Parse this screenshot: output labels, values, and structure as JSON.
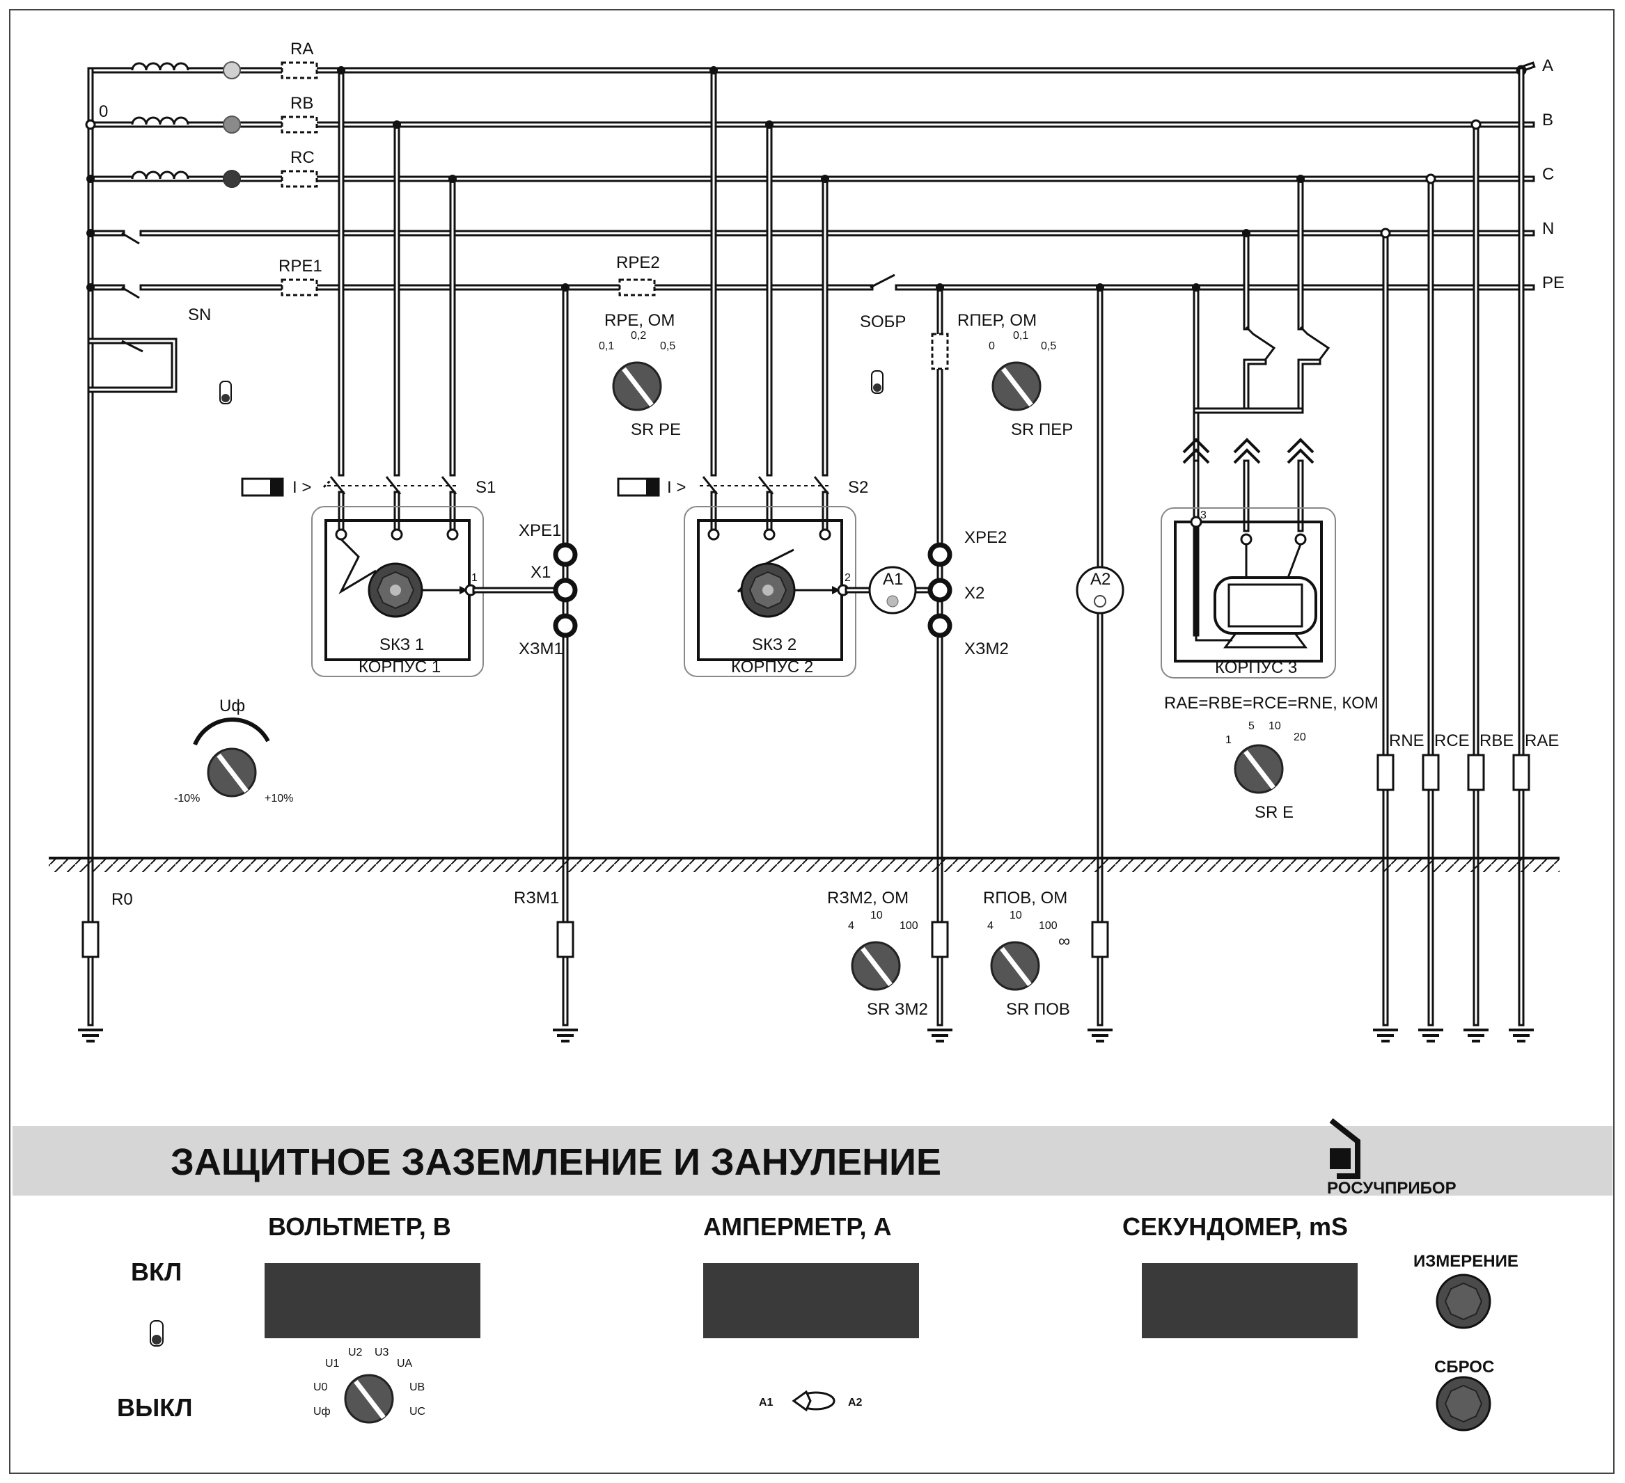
{
  "title": "ЗАЩИТНОЕ ЗАЗЕМЛЕНИЕ И ЗАНУЛЕНИЕ",
  "brand": "РОСУЧПРИБОР",
  "colors": {
    "banner": "#d6d6d6",
    "display": "#3a3a3a",
    "ink": "#111111"
  },
  "bus": {
    "a": "A",
    "b": "B",
    "c": "C",
    "n": "N",
    "pe": "PE",
    "zero": "0"
  },
  "source": {
    "ra": "RA",
    "rb": "RB",
    "rc": "RC",
    "rpe1": "RPE1",
    "sn": "SN",
    "r0": "R0"
  },
  "rpe2": "RPE2",
  "sobr": "SОБР",
  "knobs": {
    "rpe": {
      "title": "RPE, ОМ",
      "ticks": [
        "0,1",
        "0,2",
        "0,5"
      ],
      "name": "SR PE"
    },
    "rper": {
      "title": "RПЕР, ОМ",
      "ticks": [
        "0",
        "0,1",
        "0,5"
      ],
      "name": "SR ПЕР"
    },
    "uf": {
      "title": "Uф",
      "ticks": [
        "-10%",
        "+10%"
      ]
    },
    "rzm2": {
      "title": "RЗМ2, ОМ",
      "ticks": [
        "4",
        "10",
        "100"
      ],
      "name": "SR ЗМ2"
    },
    "rpov": {
      "title": "RПОВ, ОМ",
      "ticks": [
        "4",
        "10",
        "100",
        "∞"
      ],
      "name": "SR ПОВ"
    },
    "re": {
      "title": "RAE=RBE=RCE=RNE, КОМ",
      "ticks": [
        "1",
        "5",
        "10",
        "20"
      ],
      "name": "SR E"
    }
  },
  "breakers": {
    "s1": "S1",
    "s2": "S2",
    "trip": "I >"
  },
  "cases": {
    "k1": "КОРПУС 1",
    "k2": "КОРПУС 2",
    "k3": "КОРПУС 3",
    "sk1": "SКЗ 1",
    "sk2": "SКЗ 2",
    "n1": "1",
    "n2": "2",
    "n3": "3"
  },
  "terminals": {
    "xpe1": "XPE1",
    "x1": "X1",
    "xzm1": "XЗМ1",
    "xpe2": "XPE2",
    "x2": "X2",
    "xzm2": "XЗМ2"
  },
  "ammeters": {
    "a1": "A1",
    "a2": "A2"
  },
  "ground": {
    "rzm1": "RЗМ1",
    "rne": "RNE",
    "rce": "RCE",
    "rbe": "RBE",
    "rae": "RAE"
  },
  "meters": {
    "volt": "ВОЛЬТМЕТР, В",
    "amp": "АМПЕРМЕТР, А",
    "timer": "СЕКУНДОМЕР, mS"
  },
  "power": {
    "on": "ВКЛ",
    "off": "ВЫКЛ"
  },
  "buttons": {
    "measure": "ИЗМЕРЕНИЕ",
    "reset": "СБРОС"
  },
  "vsel": [
    "U1",
    "U2",
    "U3",
    "UA",
    "U0",
    "UB",
    "Uф",
    "UC"
  ],
  "asel": [
    "A1",
    "A2"
  ]
}
